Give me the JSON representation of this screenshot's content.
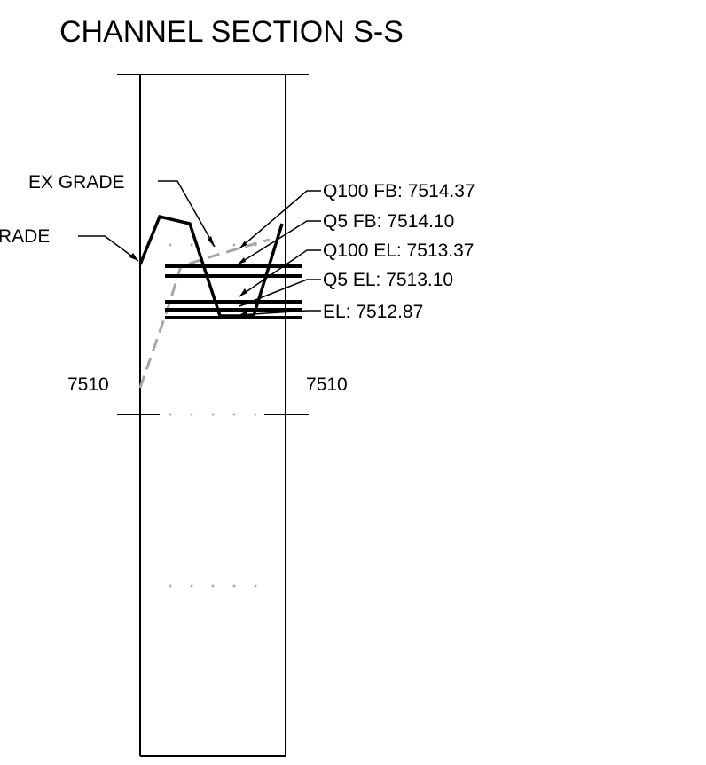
{
  "title": "CHANNEL SECTION S-S",
  "grade_labels": {
    "existing": "EX GRADE",
    "proposed_partial": "RADE"
  },
  "elevation_labels": {
    "q100_fb": "Q100 FB: 7514.37",
    "q5_fb": "Q5 FB: 7514.10",
    "q100_el": "Q100 EL: 7513.37",
    "q5_el": "Q5 EL: 7513.10",
    "el": "EL: 7512.87"
  },
  "axis_labels": {
    "left_7510": "7510",
    "right_7510": "7510"
  },
  "colors": {
    "ink": "#000000",
    "existing_grade": "#a6a6a6",
    "grid_dots": "#b0b0b0"
  }
}
